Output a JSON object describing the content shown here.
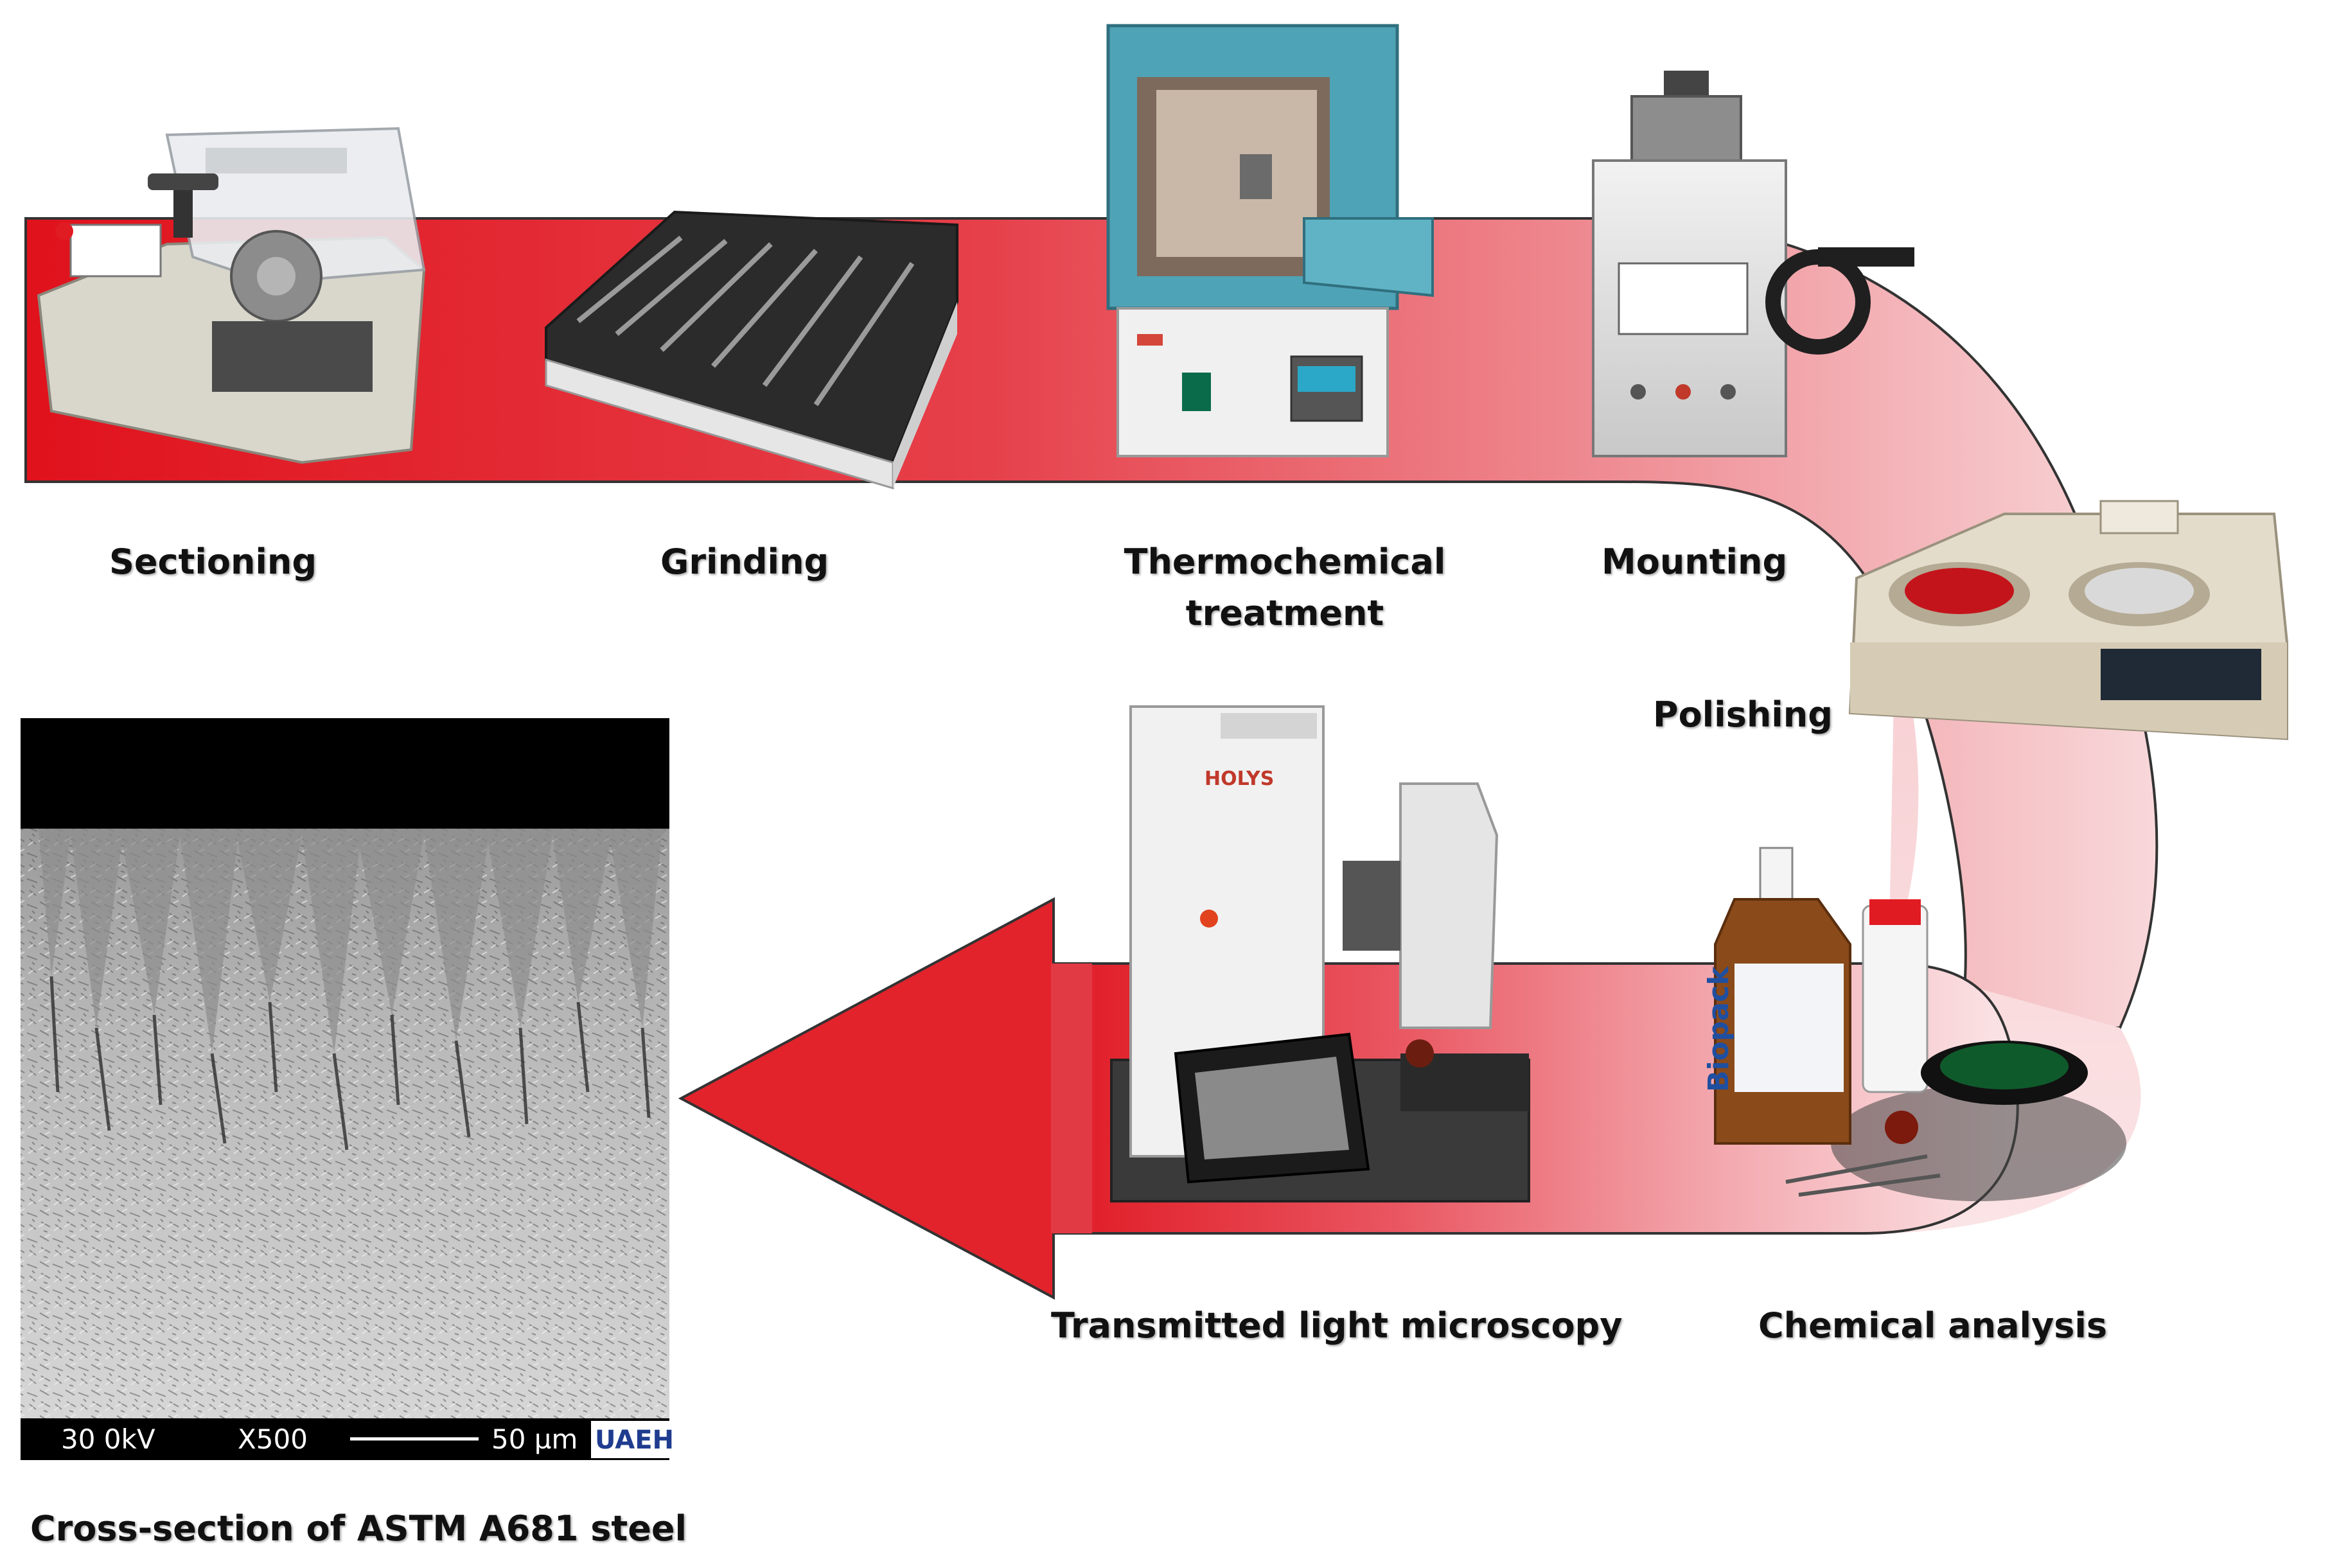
{
  "steps": {
    "sectioning": "Sectioning",
    "grinding": "Grinding",
    "thermo_line1": "Thermochemical",
    "thermo_line2": "treatment",
    "mounting": "Mounting",
    "polishing": "Polishing",
    "chemical_analysis": "Chemical analysis",
    "microscopy": "Transmitted light microscopy"
  },
  "micrograph": {
    "voltage": "30 0kV",
    "magnification": "X500",
    "scale": "50 µm",
    "institution_logo": "UAEH",
    "caption": "Cross-section of ASTM A681 steel"
  },
  "device_text": {
    "microscope_brand": "HOLYS",
    "reagent_brand": "Biopack"
  },
  "colors": {
    "band_red": "#e21b22",
    "band_light": "#f7d3d5",
    "label_text": "#111111"
  }
}
